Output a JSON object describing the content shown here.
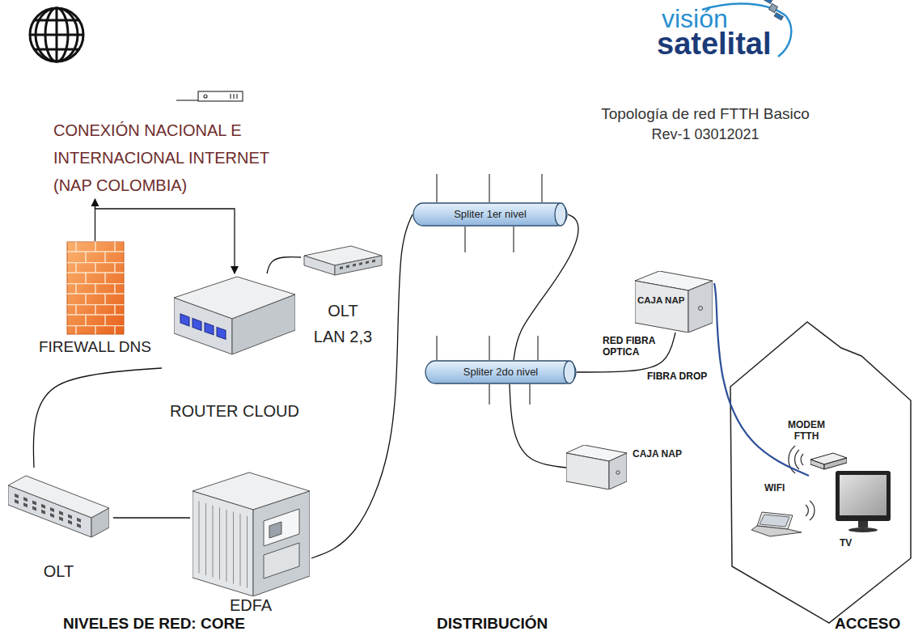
{
  "diagram": {
    "title": "Topología de red FTTH Basico",
    "nodes": [
      {
        "text": [
          "CONEXIÓN NACIONAL E INTERNACIONAL INTERNET (NAP COLOMBIA)"
        ]
      },
      {
        "text": [
          "FIREWALL DNS"
        ]
      },
      {
        "text": [
          "ROUTER CLOUD"
        ]
      },
      {
        "text": [
          "OLT LAN 2,3"
        ]
      },
      {
        "text": [
          "OLT"
        ]
      },
      {
        "text": [
          "EDFA"
        ]
      },
      {
        "text": [
          "Spliter 1er nivel"
        ]
      },
      {
        "text": [
          "Spliter 2do nivel"
        ]
      },
      {
        "text": [
          "CAJA NAP"
        ]
      },
      {
        "text": [
          "CAJA NAP"
        ]
      },
      {
        "text": [
          "MODEM FTTH"
        ]
      },
      {
        "text": [
          "WIFI"
        ]
      },
      {
        "text": [
          "TV"
        ]
      }
    ],
    "edges": [
      {
        "from": 1,
        "to": 0,
        "arrow": "to"
      },
      {
        "from": 0,
        "to": 2,
        "arrow": "to"
      },
      {
        "from": 2,
        "to": 3,
        "arrow": "none"
      },
      {
        "from": 2,
        "to": 4,
        "arrow": "none"
      },
      {
        "from": 4,
        "to": 5,
        "arrow": "none"
      },
      {
        "from": 5,
        "to": 6,
        "arrow": "none"
      },
      {
        "from": 6,
        "to": 7,
        "arrow": "none"
      },
      {
        "from": 7,
        "to": 9,
        "arrow": "none"
      },
      {
        "from": 7,
        "to": 8,
        "label": "RED FIBRA OPTICA",
        "arrow": "none"
      },
      {
        "from": 8,
        "to": 10,
        "label": "FIBRA DROP",
        "arrow": "none"
      }
    ],
    "labels": [
      "visión",
      "satelital",
      "Rev-1 03012021",
      "NIVELES DE RED: CORE",
      "DISTRIBUCIÓN",
      "ACCESO"
    ]
  }
}
